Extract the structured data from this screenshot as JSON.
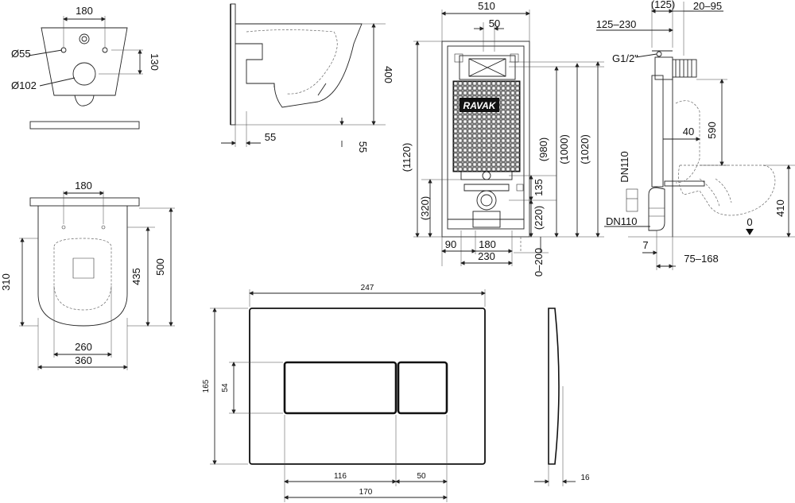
{
  "brand": "RAVAK",
  "toilet_top": {
    "width": "180",
    "d55": "Ø55",
    "d102": "Ø102",
    "h130": "130"
  },
  "toilet_side": {
    "height": "400",
    "gap": "55",
    "floor": "55"
  },
  "toilet_plan": {
    "top_width": "180",
    "depth_310": "310",
    "depth_435": "435",
    "depth_500": "500",
    "width_260": "260",
    "width_360": "360"
  },
  "frame_front": {
    "width": "510",
    "w50": "50",
    "h1120": "(1120)",
    "h320": "(320)",
    "h980": "(980)",
    "h1000": "(1000)",
    "h1020": "(1020)",
    "h135": "135",
    "h220": "(220)",
    "w90": "90",
    "w180": "180",
    "w230": "230",
    "adj": "0–200"
  },
  "frame_side": {
    "d125": "(125)",
    "d20_95": "20–95",
    "d125_230": "125–230",
    "g12": "G1/2\"",
    "h590": "590",
    "h40": "40",
    "dn110a": "DN110",
    "dn110b": "DN110",
    "h410": "410",
    "zero": "0",
    "d7": "7",
    "d75_168": "75–168"
  },
  "plate": {
    "width": "247",
    "height": "165",
    "btn_h": "54",
    "w116": "116",
    "w50": "50",
    "w170": "170",
    "depth": "16"
  }
}
